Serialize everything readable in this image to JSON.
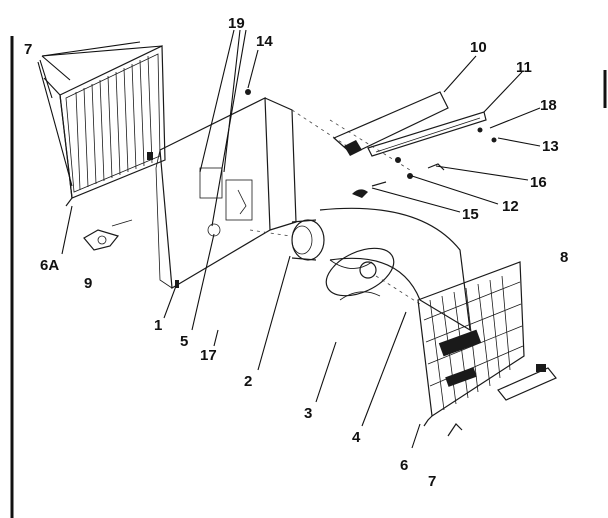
{
  "diagram": {
    "callouts": {
      "c1": "1",
      "c2": "2",
      "c3": "3",
      "c4": "4",
      "c5": "5",
      "c6": "6",
      "c6a": "6A",
      "c7_top": "7",
      "c7_bottom": "7",
      "c8": "8",
      "c9": "9",
      "c10": "10",
      "c11": "11",
      "c12": "12",
      "c13": "13",
      "c14": "14",
      "c15": "15",
      "c16": "16",
      "c17": "17",
      "c18": "18",
      "c19": "19"
    }
  }
}
